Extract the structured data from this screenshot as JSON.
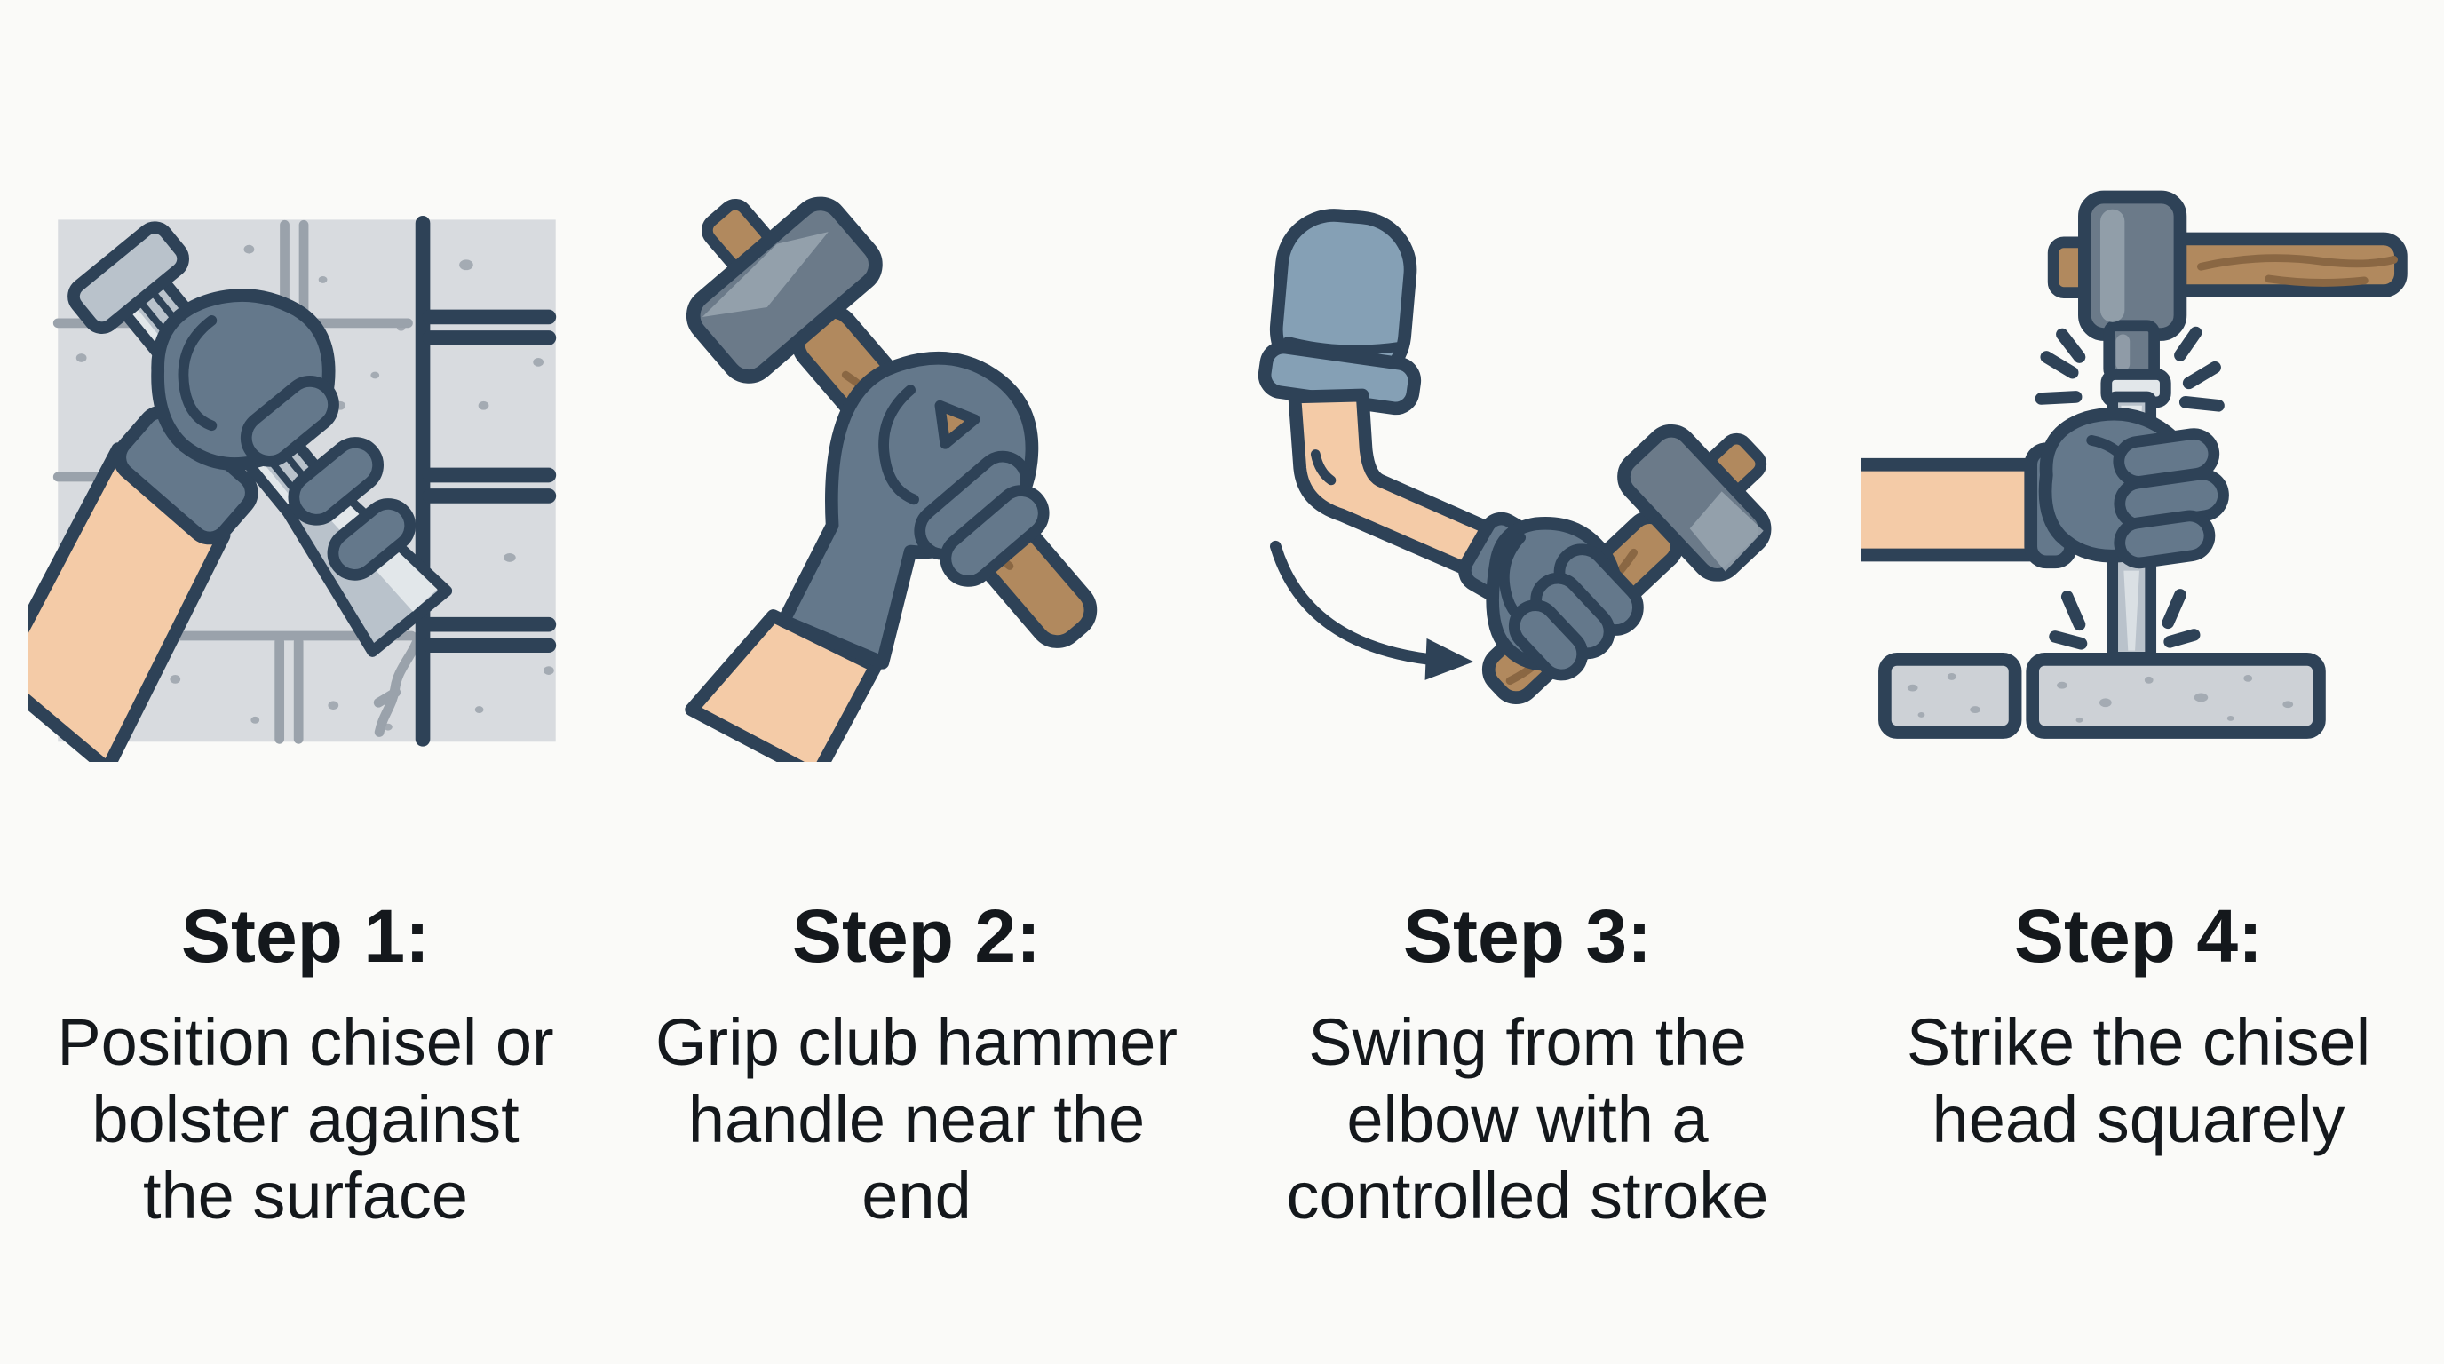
{
  "palette": {
    "background": "#fafaf8",
    "text": "#14181c",
    "outline": "#2e4257",
    "glove": "#64788b",
    "skin": "#f4cba7",
    "sleeve": "#85a0b5",
    "wood": "#b1895e",
    "wood_grain": "#8a6743",
    "steel": "#6b7a89",
    "steel_highlight": "#98a4af",
    "chisel": "#b9c2cb",
    "chisel_highlight": "#e2e7ea",
    "wall": "#d8dbdf",
    "wall_mortar": "#9aa2ab",
    "wall_speckle": "#a4abb3",
    "block": "#cdd1d6"
  },
  "steps": [
    {
      "heading": "Step 1:",
      "description": "Position chisel or bolster against the surface",
      "lines": [
        "Position chisel or",
        "bolster against",
        "the surface"
      ],
      "illustration": "chisel-positioned-against-wall"
    },
    {
      "heading": "Step 2:",
      "description": "Grip club hammer handle near the end",
      "lines": [
        "Grip club hammer",
        "handle near the",
        "end"
      ],
      "illustration": "hand-gripping-club-hammer"
    },
    {
      "heading": "Step 3:",
      "description": "Swing from the elbow with a controlled stroke",
      "lines": [
        "Swing from the",
        "elbow with a",
        "controlled stroke"
      ],
      "illustration": "arm-swinging-hammer-from-elbow"
    },
    {
      "heading": "Step 4:",
      "description": "Strike the chisel head squarely",
      "lines": [
        "Strike the chisel",
        "head squarely"
      ],
      "illustration": "hammer-striking-chisel-head"
    }
  ]
}
